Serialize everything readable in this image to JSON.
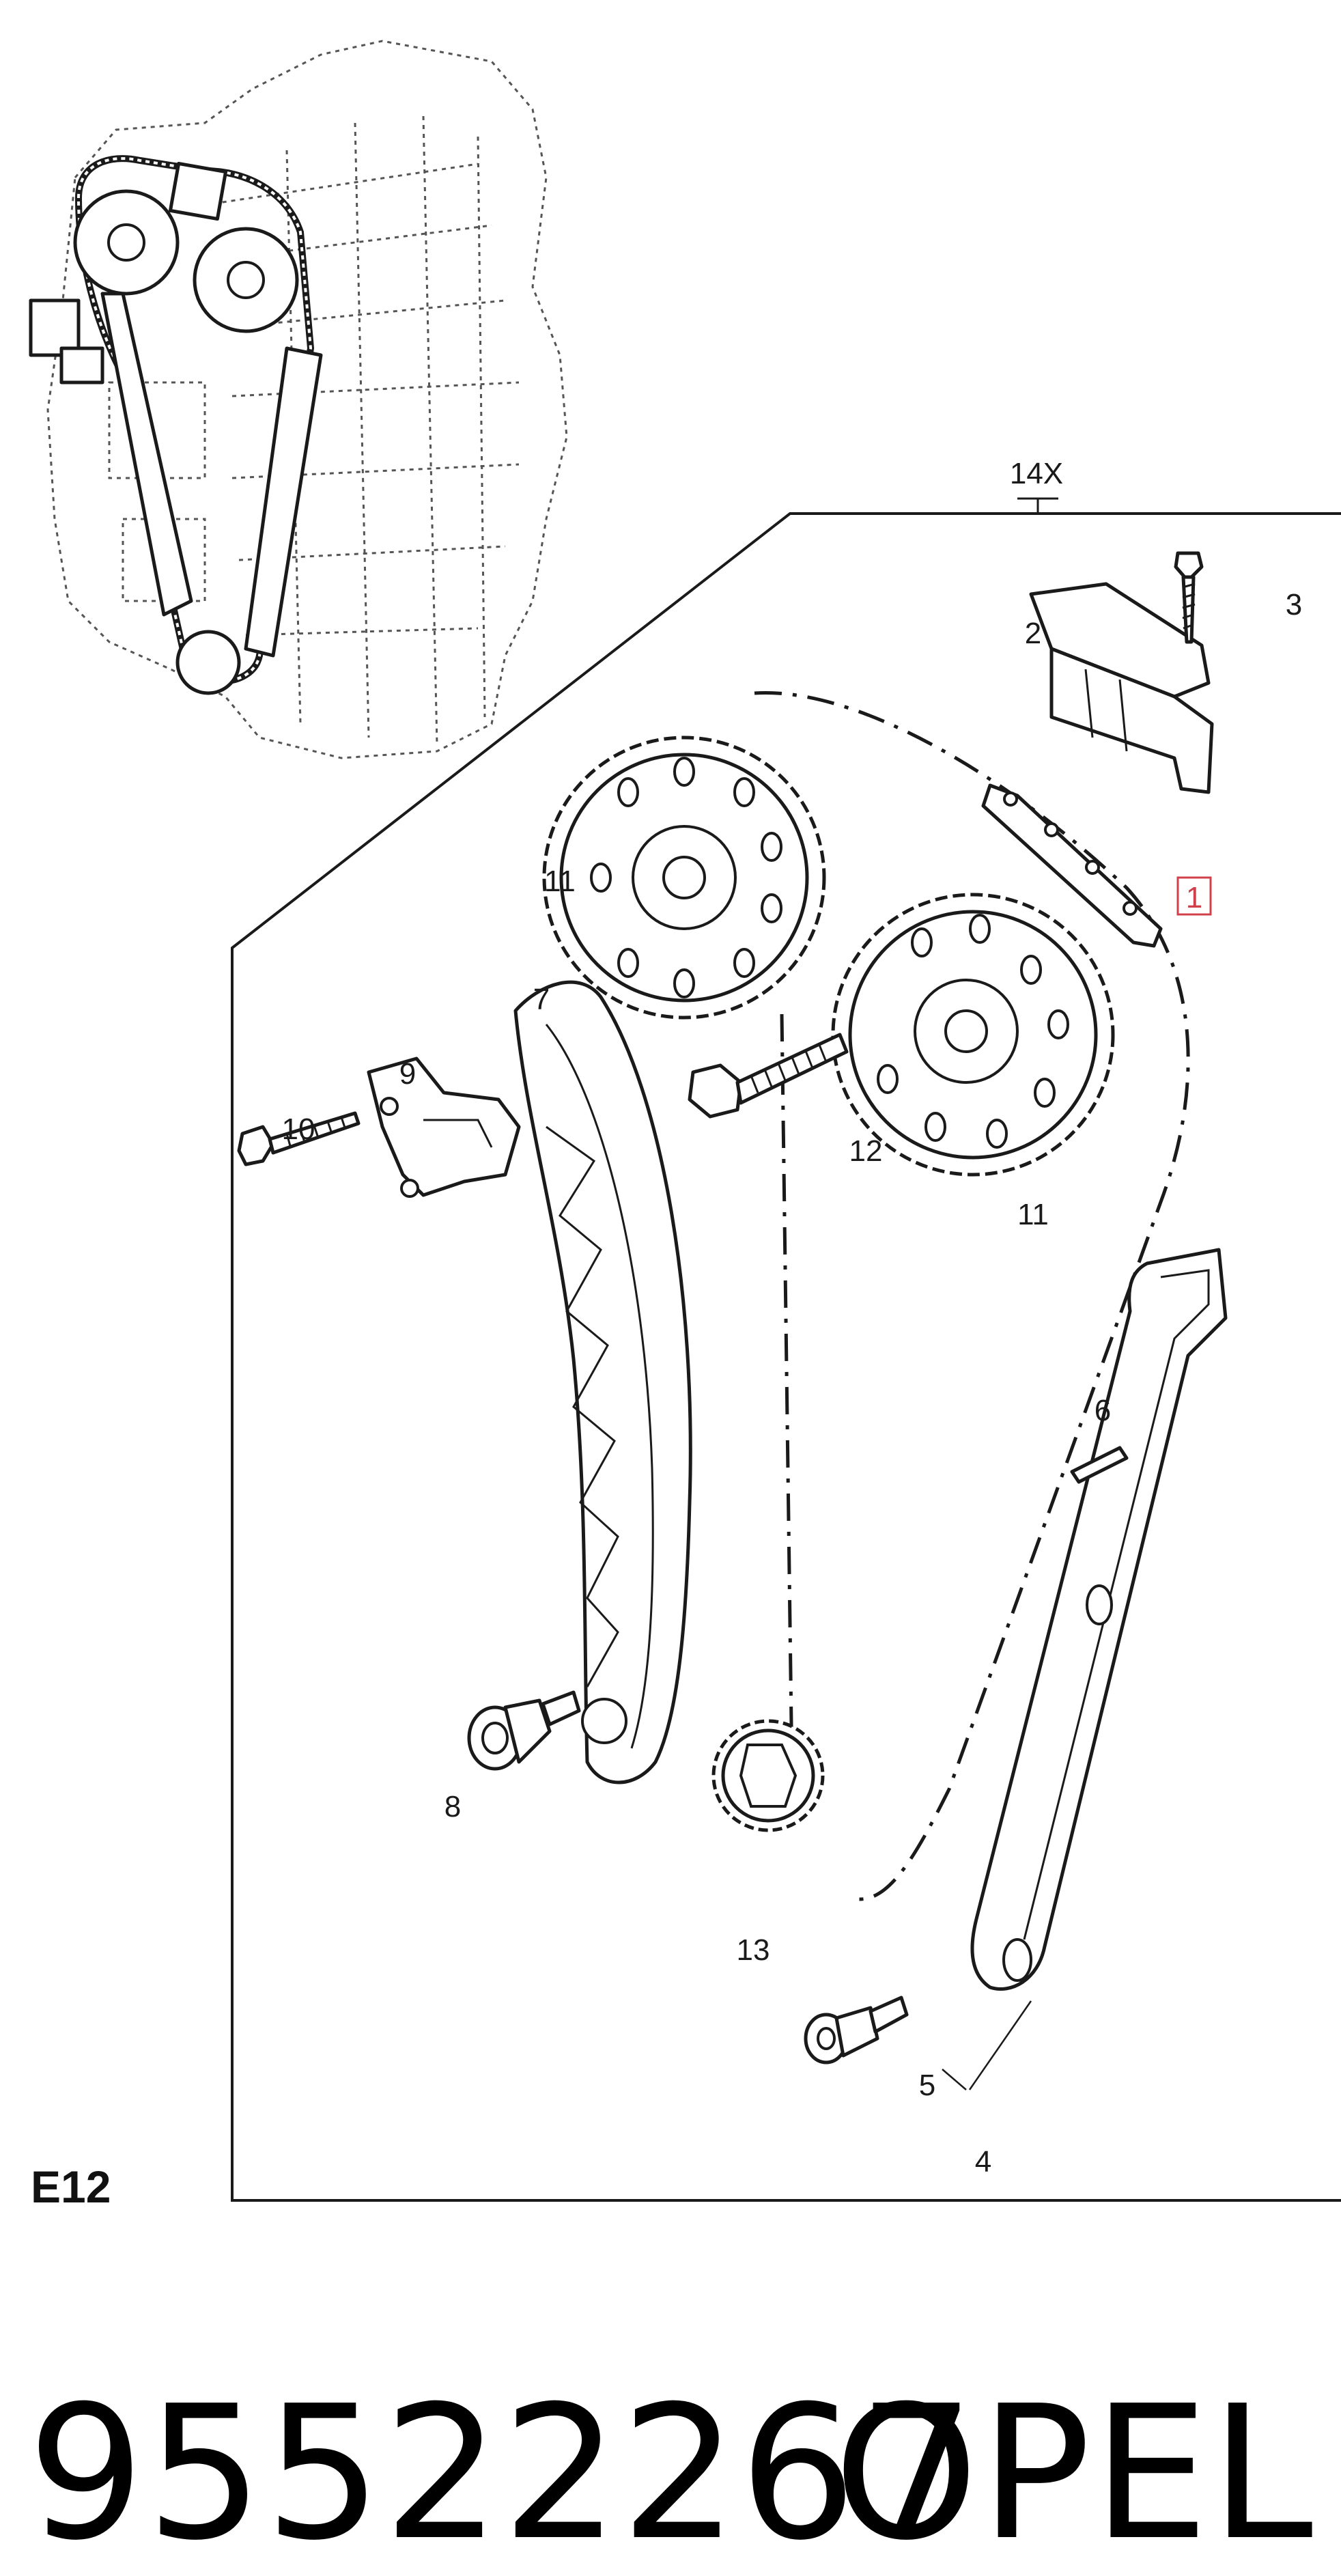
{
  "diagram": {
    "section_code": "E12",
    "kit_label": "14X",
    "callouts": {
      "c1": "1",
      "c2": "2",
      "c3": "3",
      "c4": "4",
      "c5": "5",
      "c6": "6",
      "c7": "7",
      "c8": "8",
      "c9": "9",
      "c10": "10",
      "c11a": "11",
      "c11b": "11",
      "c12": "12",
      "c13": "13"
    },
    "highlighted_callout": "1",
    "highlight_color": "#d0404a"
  },
  "footer": {
    "part_number": "95522267",
    "brand": "OPEL"
  }
}
